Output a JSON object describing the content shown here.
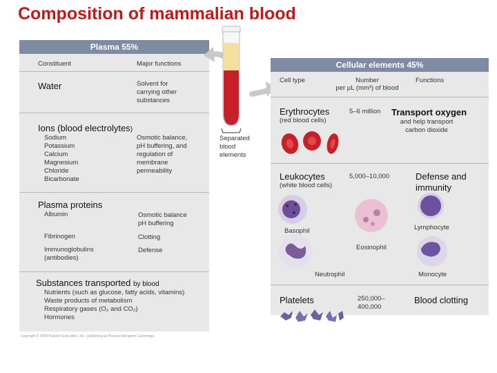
{
  "title": "Composition of mammalian blood",
  "plasma": {
    "header": "Plasma 55%",
    "col_constituent": "Constituent",
    "col_functions": "Major functions",
    "water": {
      "name": "Water",
      "function_lines": [
        "Solvent for",
        "carrying other",
        "substances"
      ]
    },
    "ions": {
      "heading": "Ions (blood electrolytes",
      "heading_end": ")",
      "items": [
        "Sodium",
        "Potassium",
        "Calcium",
        "Magnesium",
        "Chloride",
        "Bicarbonate"
      ],
      "function_lines": [
        "Osmotic balance,",
        "pH buffering, and",
        "regulation of",
        "membrane",
        "permeability"
      ]
    },
    "proteins": {
      "heading": "Plasma proteins",
      "albumin": "Albumin",
      "albumin_function_lines": [
        "Osmotic balance",
        "pH buffering"
      ],
      "fibrinogen": "Fibrinogen",
      "fibrinogen_function": "Clotting",
      "immunoglobulin_lines": [
        "Immunoglobulins",
        "(antibodies)"
      ],
      "immunoglobulin_function": "Defense"
    },
    "transported": {
      "heading": "Substances transported",
      "heading_suffix": "by blood",
      "items": [
        "Nutrients (such as glucose, fatty acids, vitamins)",
        "Waste products of metabolism",
        "Respiratory gases (O₂ and CO₂)",
        "Hormones"
      ]
    },
    "copyright": "Copyright © 2008 Pearson Education, Inc., publishing as Pearson Benjamin Cummings."
  },
  "tube": {
    "label_lines": [
      "Separated",
      "blood",
      "elements"
    ]
  },
  "cellular": {
    "header": "Cellular elements 45%",
    "col_celltype": "Cell type",
    "col_number_lines": [
      "Number",
      "per µL (mm³) of blood"
    ],
    "col_functions": "Functions",
    "erythrocytes": {
      "name": "Erythrocytes",
      "sub": "(red blood cells)",
      "number": "5–6 million",
      "function": "Transport oxygen",
      "function_sub_lines": [
        "and help transport",
        "carbon dioxide"
      ]
    },
    "leukocytes": {
      "name": "Leukocytes",
      "sub": "(white blood cells)",
      "number": "5,000–10,000",
      "function_lines": [
        "Defense and",
        "immunity"
      ],
      "cells": {
        "basophil": "Basophil",
        "lymphocyte": "Lymphocyte",
        "eosinophil": "Eosinophil",
        "neutrophil": "Neutrophil",
        "monocyte": "Monocyte"
      }
    },
    "platelets": {
      "name": "Platelets",
      "number_lines": [
        "250,000–",
        "400,000"
      ],
      "function": "Blood clotting"
    }
  },
  "colors": {
    "title": "#c0191c",
    "bar": "#7f8aa3",
    "panel": "#e8e8e8",
    "blood": "#c8202a",
    "plasma": "#f3dfa0"
  }
}
